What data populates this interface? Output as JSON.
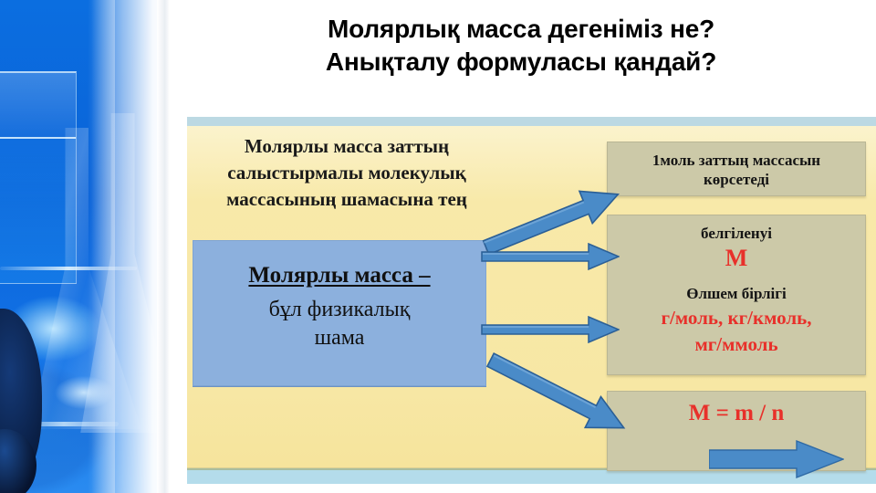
{
  "slide": {
    "title_line_1": "Молярлық масса дегеніміз не?",
    "title_line_2": "Анықталу формуласы қандай?"
  },
  "diagram": {
    "left_header": {
      "line_1": "Молярлы масса заттың",
      "line_2": "салыстырмалы молекулық",
      "line_3": "массасының шамасына тең"
    },
    "definition_box": {
      "term": "Молярлы масса –",
      "description_line_1": "бұл физикалық",
      "description_line_2": "шама"
    },
    "boxes": [
      {
        "id": "meaning",
        "line_1": "1моль заттың массасын",
        "line_2": "көрсетеді"
      },
      {
        "id": "symbol-units",
        "symbol_label": "белгіленуі",
        "symbol_value": "М",
        "unit_label": "Өлшем бірлігі",
        "unit_value_line_1": "г/моль, кг/кмоль,",
        "unit_value_line_2": "мг/ммоль"
      },
      {
        "id": "formula",
        "formula": "M = m / n"
      }
    ],
    "icons": {
      "connector_1": "arrow-right-icon",
      "connector_2": "arrow-right-icon",
      "connector_3": "arrow-right-icon",
      "connector_4": "arrow-right-icon",
      "formula_arrow": "arrow-right-icon",
      "decoration": "chemistry-glassware-photo"
    },
    "colors": {
      "panel_background": "#f7e7a4",
      "panel_edge_blue": "#b4dceb",
      "definition_box": "#8cb0dd",
      "info_box": "#ccc9a8",
      "accent_red": "#e8302a",
      "arrow_blue": "#3f7cbf"
    }
  }
}
